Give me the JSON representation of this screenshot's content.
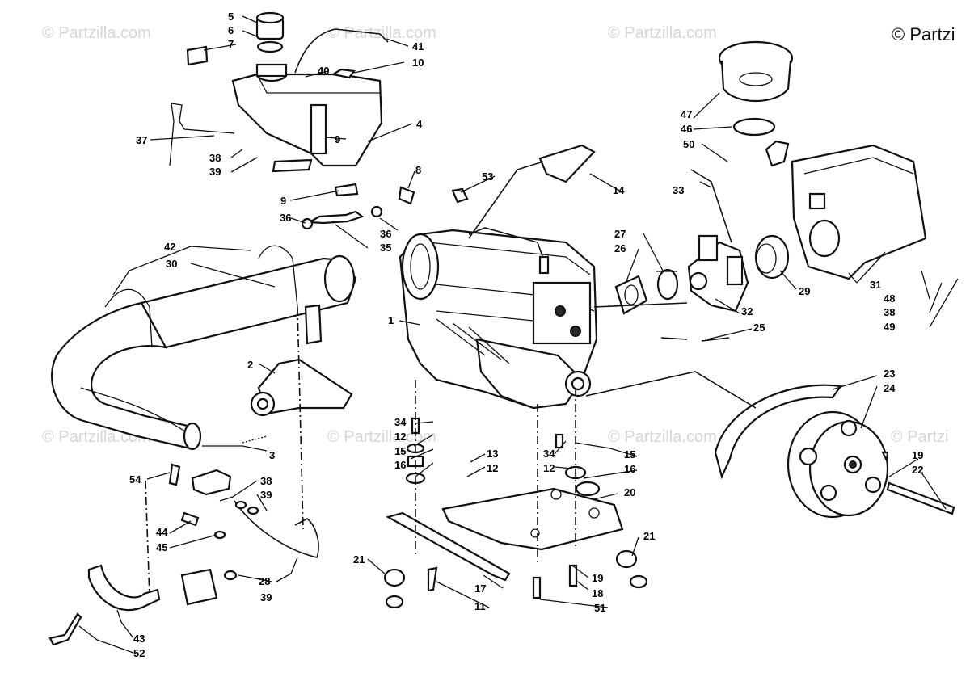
{
  "watermarks": {
    "text": "© Partzilla.com",
    "corner_text": "© Partzi"
  },
  "callouts": [
    {
      "n": "1"
    },
    {
      "n": "2"
    },
    {
      "n": "3"
    },
    {
      "n": "4"
    },
    {
      "n": "5"
    },
    {
      "n": "6"
    },
    {
      "n": "7"
    },
    {
      "n": "8"
    },
    {
      "n": "9"
    },
    {
      "n": "9"
    },
    {
      "n": "10"
    },
    {
      "n": "11"
    },
    {
      "n": "12"
    },
    {
      "n": "12"
    },
    {
      "n": "12"
    },
    {
      "n": "13"
    },
    {
      "n": "14"
    },
    {
      "n": "15"
    },
    {
      "n": "15"
    },
    {
      "n": "16"
    },
    {
      "n": "16"
    },
    {
      "n": "17"
    },
    {
      "n": "18"
    },
    {
      "n": "19"
    },
    {
      "n": "19"
    },
    {
      "n": "20"
    },
    {
      "n": "21"
    },
    {
      "n": "21"
    },
    {
      "n": "22"
    },
    {
      "n": "23"
    },
    {
      "n": "24"
    },
    {
      "n": "25"
    },
    {
      "n": "26"
    },
    {
      "n": "27"
    },
    {
      "n": "28"
    },
    {
      "n": "29"
    },
    {
      "n": "30"
    },
    {
      "n": "31"
    },
    {
      "n": "32"
    },
    {
      "n": "33"
    },
    {
      "n": "34"
    },
    {
      "n": "34"
    },
    {
      "n": "35"
    },
    {
      "n": "36"
    },
    {
      "n": "36"
    },
    {
      "n": "37"
    },
    {
      "n": "38"
    },
    {
      "n": "38"
    },
    {
      "n": "38"
    },
    {
      "n": "39"
    },
    {
      "n": "39"
    },
    {
      "n": "39"
    },
    {
      "n": "40"
    },
    {
      "n": "41"
    },
    {
      "n": "42"
    },
    {
      "n": "43"
    },
    {
      "n": "44"
    },
    {
      "n": "45"
    },
    {
      "n": "46"
    },
    {
      "n": "47"
    },
    {
      "n": "48"
    },
    {
      "n": "49"
    },
    {
      "n": "50"
    },
    {
      "n": "51"
    },
    {
      "n": "52"
    },
    {
      "n": "53"
    },
    {
      "n": "54"
    }
  ]
}
